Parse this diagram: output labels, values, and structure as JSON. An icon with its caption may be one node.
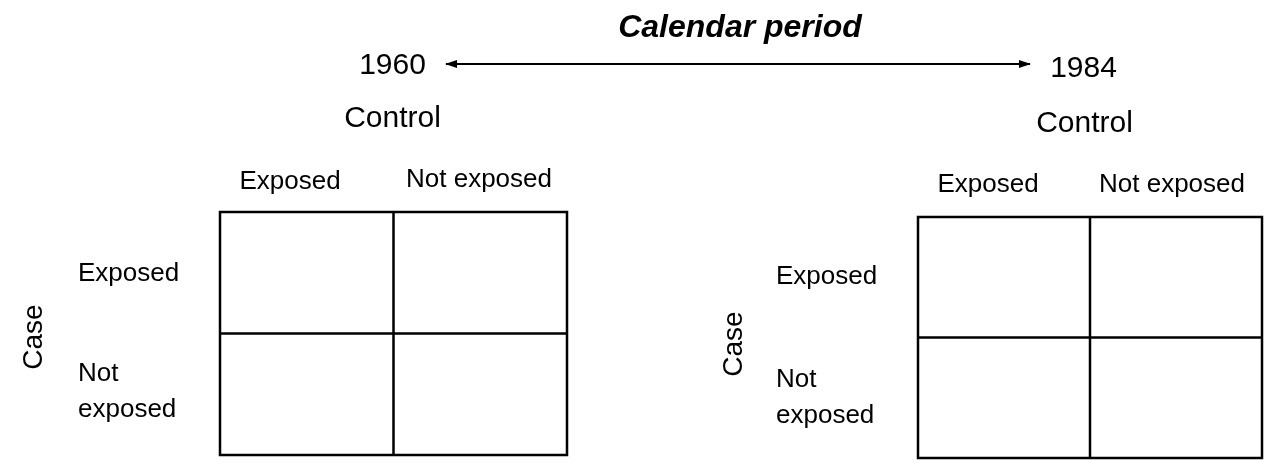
{
  "diagram": {
    "title": "Calendar period",
    "nodes": [
      {
        "text": [
          "1960"
        ]
      },
      {
        "text": [
          "1984"
        ]
      }
    ],
    "edges": [
      {
        "from": 0,
        "to": 1,
        "arrow": "both"
      }
    ],
    "labels": [
      "Control",
      "Control",
      "Exposed",
      "Not exposed",
      "Exposed",
      "Not exposed",
      "Exposed",
      "Exposed",
      "Case",
      "Case",
      "Not exposed",
      "Not exposed"
    ]
  }
}
